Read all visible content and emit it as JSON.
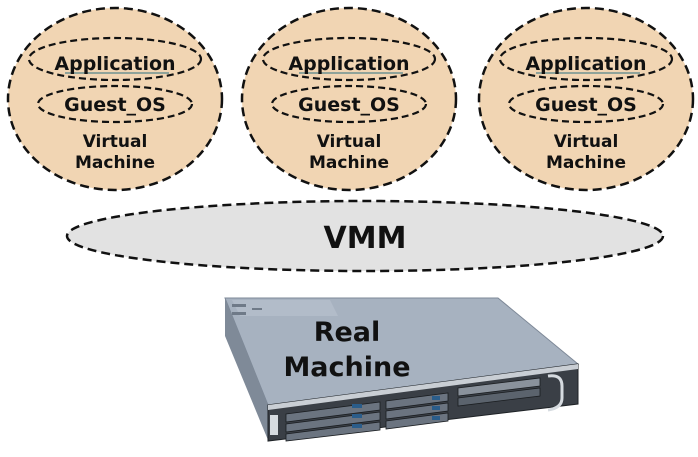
{
  "virtual_machines": [
    {
      "application_label": "Application",
      "guest_os_label": "Guest_OS",
      "vm_label_line1": "Virtual",
      "vm_label_line2": "Machine"
    },
    {
      "application_label": "Application",
      "guest_os_label": "Guest_OS",
      "vm_label_line1": "Virtual",
      "vm_label_line2": "Machine"
    },
    {
      "application_label": "Application",
      "guest_os_label": "Guest_OS",
      "vm_label_line1": "Virtual",
      "vm_label_line2": "Machine"
    }
  ],
  "vmm": {
    "label": "VMM"
  },
  "real_machine": {
    "label_line1": "Real",
    "label_line2": "Machine"
  },
  "colors": {
    "vm_fill": "#f1d5b3",
    "vmm_fill": "#e2e2e2",
    "ellipse_stroke": "#111111",
    "text": "#111111",
    "server_body": "#9aa7b6",
    "server_front": "#2f3338"
  }
}
